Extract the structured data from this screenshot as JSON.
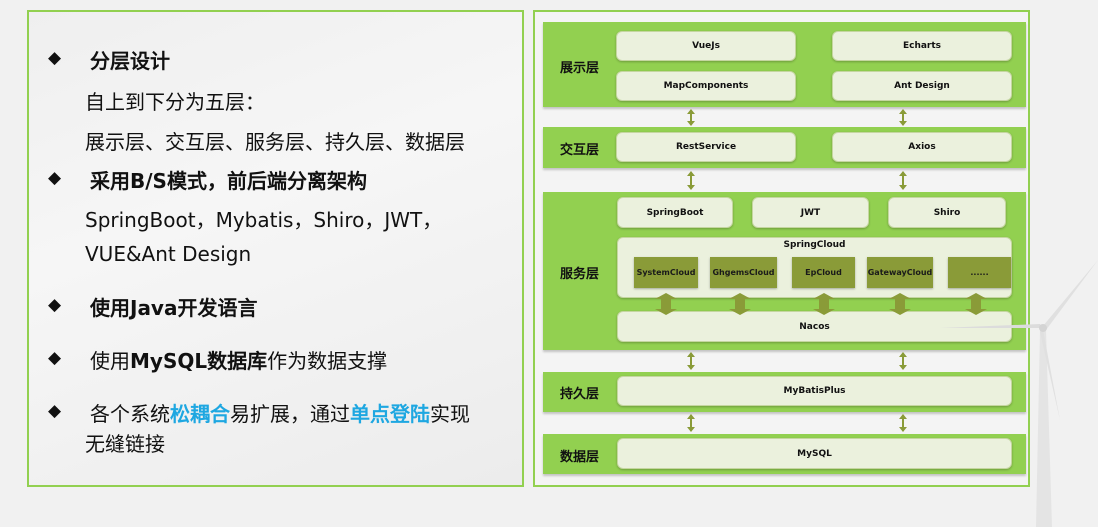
{
  "left": {
    "p1_title": "分层设计",
    "p1_line1": "自上到下分为五层：",
    "p1_line2": "展示层、交互层、服务层、持久层、数据层",
    "p2_title": "采用B/S模式，前后端分离架构",
    "p2_line1": "SpringBoot，Mybatis，Shiro，JWT，",
    "p2_line2": "VUE&Ant Design",
    "p3_title": "使用Java开发语言",
    "p4_a": "使用",
    "p4_b": "MySQL数据库",
    "p4_c": "作为数据支撑",
    "p5_a": "各个系统",
    "p5_b": "松耦合",
    "p5_c": "易扩展，通过",
    "p5_d": "单点登陆",
    "p5_e": "实现",
    "p5_line2": "无缝链接",
    "bullet": "◆"
  },
  "diagram": {
    "presentation": {
      "name": "展示层",
      "items": [
        "VueJs",
        "Echarts",
        "MapComponents",
        "Ant Design"
      ]
    },
    "interaction": {
      "name": "交互层",
      "items": [
        "RestService",
        "Axios"
      ]
    },
    "service": {
      "name": "服务层",
      "items": [
        "SpringBoot",
        "JWT",
        "Shiro"
      ],
      "cloud": "SpringCloud",
      "subs": [
        "SystemCloud",
        "GhgemsCloud",
        "EpCloud",
        "GatewayCloud",
        "......"
      ],
      "registry": "Nacos"
    },
    "persistence": {
      "name": "持久层",
      "items": [
        "MyBatisPlus"
      ]
    },
    "data": {
      "name": "数据层",
      "items": [
        "MySQL"
      ]
    }
  },
  "colors": {
    "accent": "#92d050",
    "box": "#ebf1dd",
    "dark": "#8a9b38",
    "highlight": "#1ea7e1"
  }
}
